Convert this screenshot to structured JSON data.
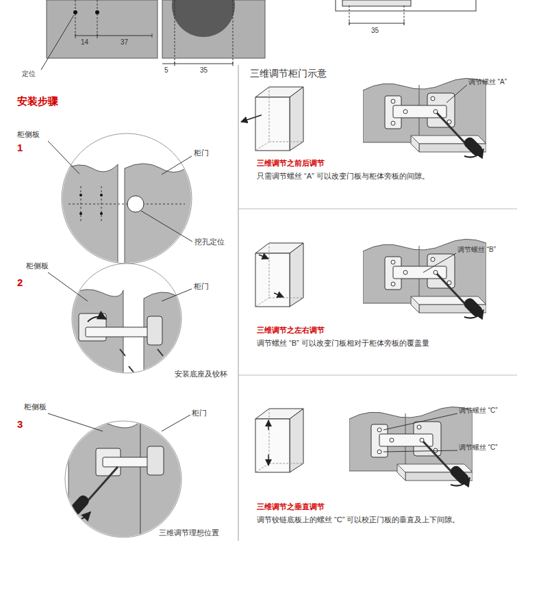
{
  "diagram": {
    "labels": [
      "14",
      "37",
      "定位",
      "5",
      "35",
      "35",
      "安装步骤",
      "三维调节柜门示意",
      "柜侧板",
      "1",
      "柜门",
      "挖孔定位",
      "柜侧板",
      "2",
      "柜门",
      "安装底座及铰杯",
      "柜侧板",
      "3",
      "柜门",
      "三维调节理想位置",
      "调节螺丝 “A”",
      "三维调节之前后调节",
      "只需调节螺丝 “A” 可以改变门板与柜体旁板的间隙。",
      "调节螺丝 “B”",
      "三维调节之左右调节",
      "调节螺丝 “B” 可以改变门板相对于柜体旁板的覆盖量",
      "调节螺丝 “C”",
      "调节螺丝 “C”",
      "三维调节之垂直调节",
      "调节铰链底板上的螺丝 “C” 可以校正门板的垂直及上下间隙。"
    ]
  }
}
